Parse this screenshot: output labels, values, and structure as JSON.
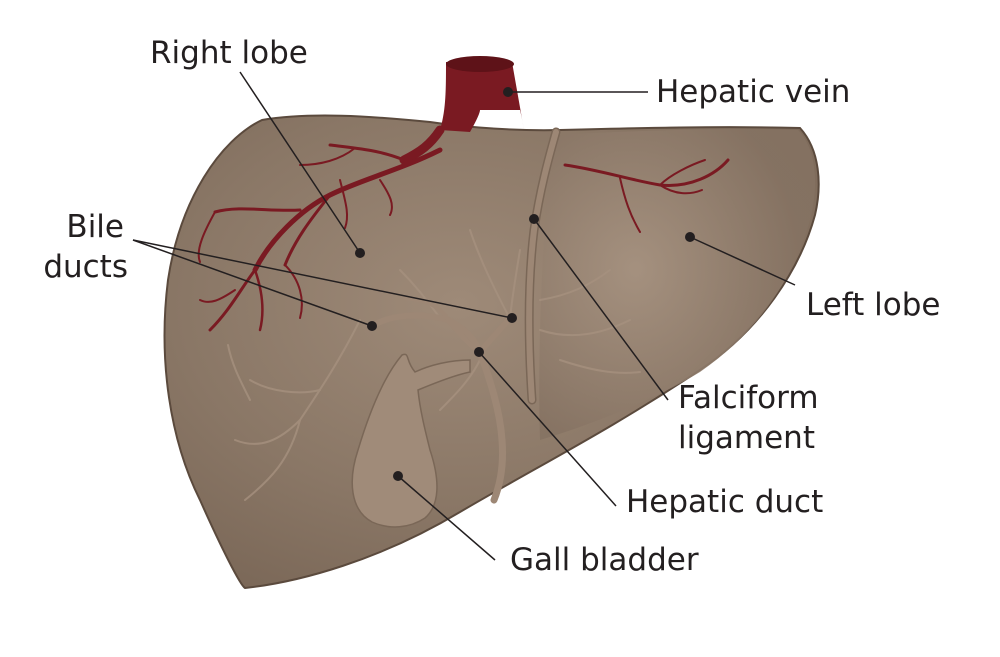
{
  "diagram": {
    "labels": {
      "right_lobe": "Right lobe",
      "hepatic_vein": "Hepatic vein",
      "bile_ducts_line1": "Bile",
      "bile_ducts_line2": "ducts",
      "left_lobe": "Left lobe",
      "falciform_line1": "Falciform",
      "falciform_line2": "ligament",
      "hepatic_duct": "Hepatic duct",
      "gall_bladder": "Gall bladder"
    },
    "colors": {
      "liver_fill": "#8a7766",
      "liver_highlight": "#a08b79",
      "liver_outline": "#5b4a3d",
      "vein": "#7a1a22",
      "vein_dark": "#5e1218",
      "duct": "#9d8775",
      "faint_vessel": "#a6917f",
      "leader_line": "#231f20",
      "label_text": "#231f20"
    }
  }
}
